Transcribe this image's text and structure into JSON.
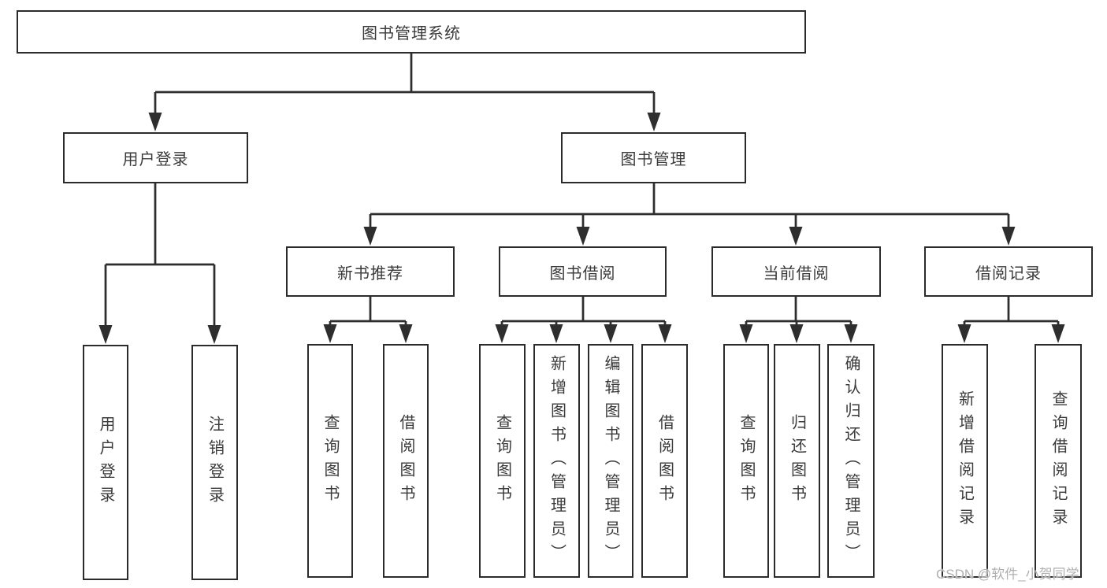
{
  "diagram": {
    "root": {
      "label": "图书管理系统"
    },
    "level2": [
      {
        "id": "user-login",
        "label": "用户登录"
      },
      {
        "id": "book-management",
        "label": "图书管理"
      }
    ],
    "level3": [
      {
        "id": "new-book-recommend",
        "label": "新书推荐"
      },
      {
        "id": "book-borrow",
        "label": "图书借阅"
      },
      {
        "id": "current-borrow",
        "label": "当前借阅"
      },
      {
        "id": "borrow-records",
        "label": "借阅记录"
      }
    ],
    "leaves": {
      "user_login": [
        "用户登录",
        "注销登录"
      ],
      "new_book": [
        "查询图书",
        "借阅图书"
      ],
      "book_borrow": [
        "查询图书",
        "新增图书（管理员）",
        "编辑图书（管理员）",
        "借阅图书"
      ],
      "current_borrow": [
        "查询图书",
        "归还图书",
        "确认归还（管理员）"
      ],
      "borrow_records": [
        "新增借阅记录",
        "查询借阅记录"
      ]
    }
  },
  "watermark": {
    "text": "CSDN @软件_小贺同学"
  },
  "colors": {
    "line": "#2e2e2e",
    "text": "#3a3a3a",
    "watermark": "#b0b0b0",
    "background": "#ffffff"
  }
}
